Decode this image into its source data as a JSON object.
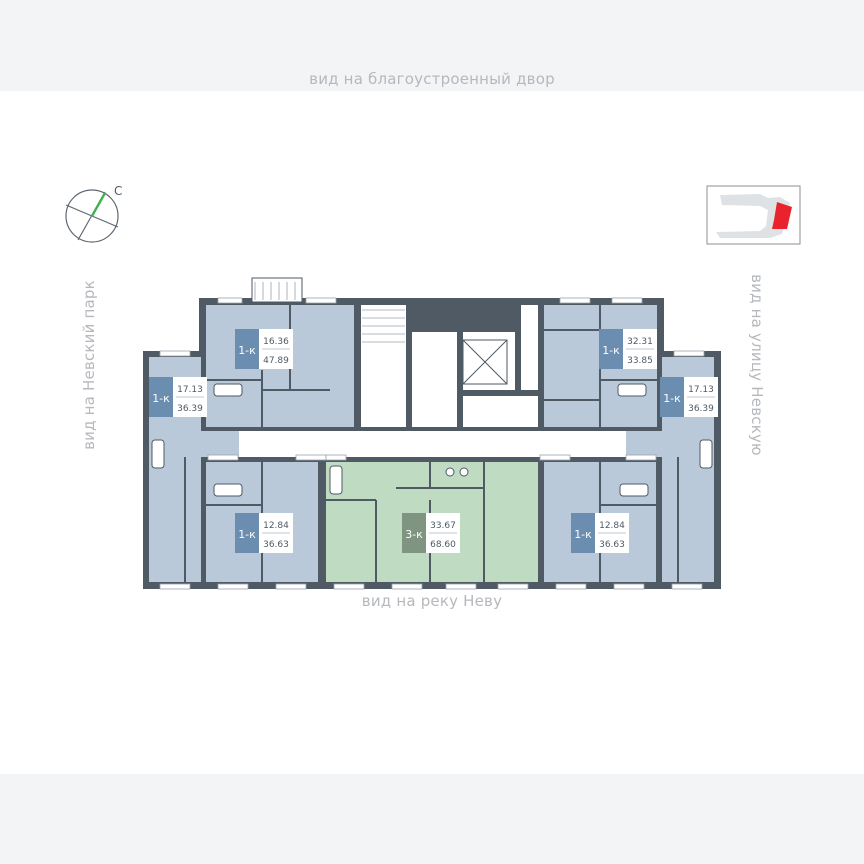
{
  "views": {
    "top": "вид на благоустроенный двор",
    "bottom": "вид на реку Неву",
    "left": "вид на Невский парк",
    "right": "вид на улицу Невскую"
  },
  "compass": {
    "letter": "С",
    "icon": "compass-icon"
  },
  "colors": {
    "page_bg": "#f3f4f6",
    "sheet_bg": "#ffffff",
    "wall": "#4f5a65",
    "apartment_fill": "#b9c9d9",
    "highlight_fill": "#bfdcc3",
    "badge_blue": "#6a8db0",
    "badge_green": "#7f9581",
    "common_fill": "#ffffff",
    "locator_red": "#e8232d",
    "view_text": "#b5b8bc"
  },
  "apartments": [
    {
      "id": "a1",
      "rooms": "1-к",
      "living": "16.36",
      "total": "47.89",
      "highlight": false
    },
    {
      "id": "a2",
      "rooms": "1-к",
      "living": "17.13",
      "total": "36.39",
      "highlight": false
    },
    {
      "id": "a3",
      "rooms": "1-к",
      "living": "12.84",
      "total": "36.63",
      "highlight": false
    },
    {
      "id": "a4",
      "rooms": "3-к",
      "living": "33.67",
      "total": "68.60",
      "highlight": true
    },
    {
      "id": "a5",
      "rooms": "1-к",
      "living": "12.84",
      "total": "36.63",
      "highlight": false
    },
    {
      "id": "a6",
      "rooms": "1-к",
      "living": "32.31",
      "total": "33.85",
      "highlight": false
    },
    {
      "id": "a7",
      "rooms": "1-к",
      "living": "17.13",
      "total": "36.39",
      "highlight": false
    }
  ]
}
